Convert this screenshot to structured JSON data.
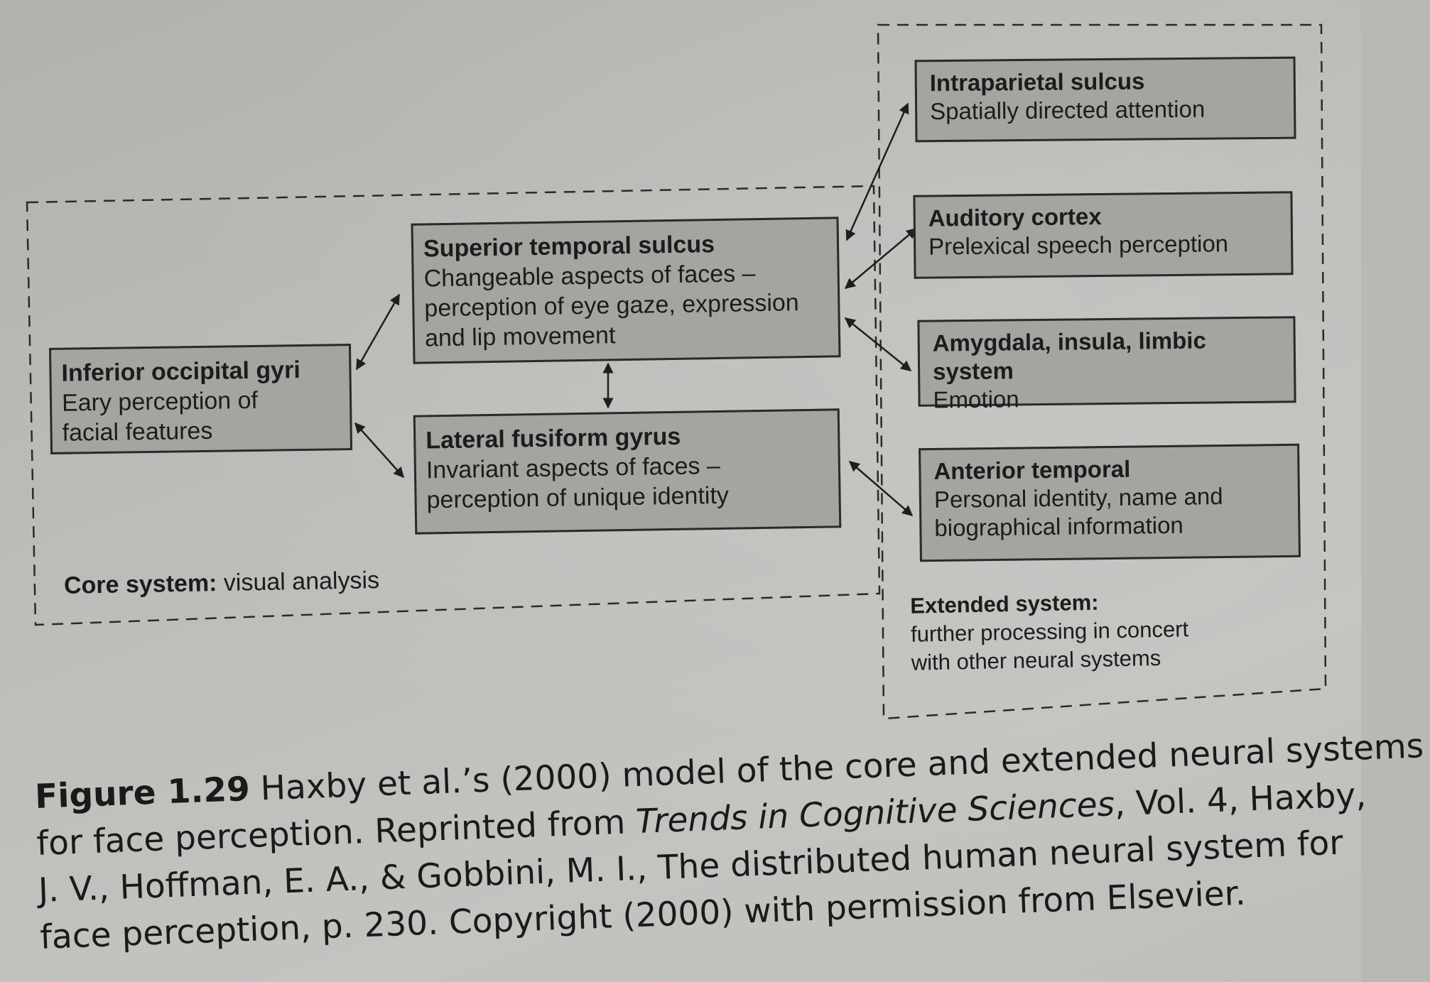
{
  "core_system": {
    "label_bold": "Core system:",
    "label_rest": " visual analysis",
    "nodes": {
      "iog": {
        "title": "Inferior occipital gyri",
        "desc_lines": [
          "Eary perception of",
          "facial features"
        ]
      },
      "sts": {
        "title": "Superior temporal sulcus",
        "desc_lines": [
          "Changeable aspects of faces –",
          "perception of eye gaze, expression",
          "and lip movement"
        ]
      },
      "lfg": {
        "title": "Lateral fusiform gyrus",
        "desc_lines": [
          "Invariant aspects of faces –",
          "perception of unique identity"
        ]
      }
    }
  },
  "extended_system": {
    "label_title": "Extended system:",
    "label_lines": [
      "further processing in concert",
      "with other neural systems"
    ],
    "nodes": {
      "ips": {
        "title": "Intraparietal sulcus",
        "desc_lines": [
          "Spatially directed attention"
        ]
      },
      "ac": {
        "title": "Auditory cortex",
        "desc_lines": [
          "Prelexical speech perception"
        ]
      },
      "amy": {
        "title": "Amygdala, insula, limbic system",
        "desc_lines": [
          "Emotion"
        ]
      },
      "at": {
        "title": "Anterior temporal",
        "desc_lines": [
          "Personal identity, name and",
          "biographical information"
        ]
      }
    }
  },
  "caption": {
    "fig_label": "Figure 1.29",
    "line1_rest": " Haxby et al.’s (2000) model of the core and extended neural systems",
    "line2_a": "for face perception. Reprinted from ",
    "line2_journal": "Trends in Cognitive Sciences",
    "line2_b": ", Vol. 4, Haxby,",
    "line3": "J. V., Hoffman, E. A., & Gobbini, M. I., The distributed human neural system for",
    "line4": "face perception, p. 230. Copyright (2000) with permission from Elsevier."
  }
}
